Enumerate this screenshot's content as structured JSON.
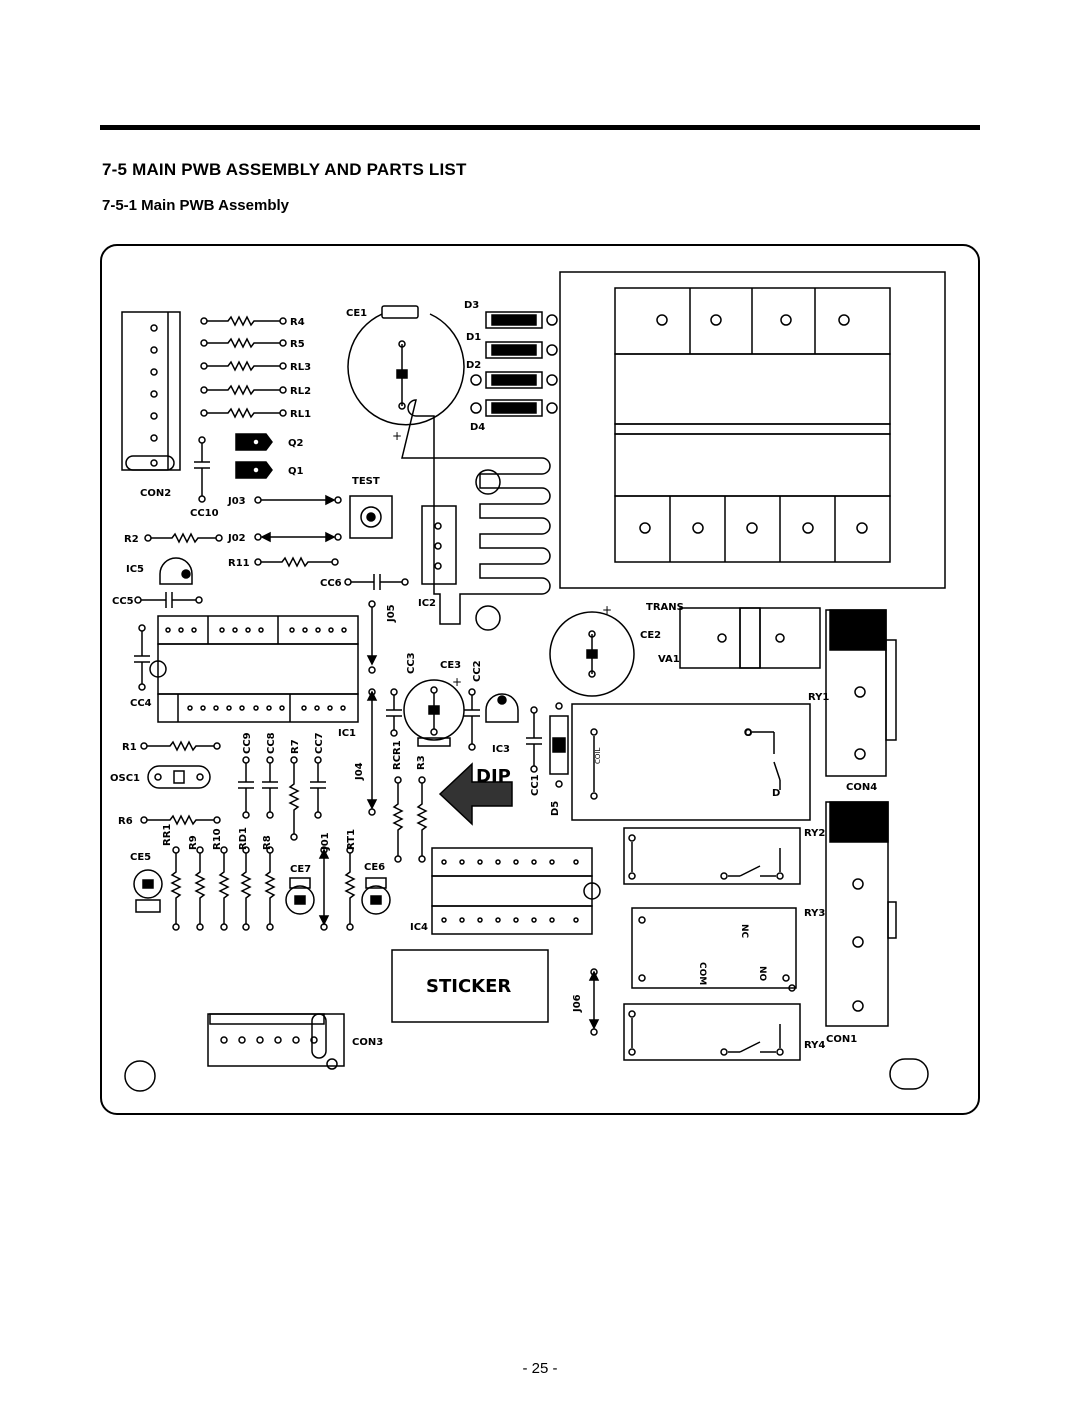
{
  "heading": "7-5 MAIN PWB ASSEMBLY AND PARTS LIST",
  "subheading": "7-5-1 Main PWB Assembly",
  "page_number": "- 25 -",
  "board": {
    "labels": {
      "con2": "CON2",
      "r4": "R4",
      "r5": "R5",
      "rl3": "RL3",
      "rl2": "RL2",
      "rl1": "RL1",
      "q2": "Q2",
      "q1": "Q1",
      "cc10": "CC10",
      "ce1": "CE1",
      "d3": "D3",
      "d1": "D1",
      "d2": "D2",
      "d4": "D4",
      "test": "TEST",
      "j03": "J03",
      "j02": "J02",
      "r2": "R2",
      "r11": "R11",
      "ic5": "IC5",
      "cc6": "CC6",
      "cc5": "CC5",
      "j05": "J05",
      "ic2": "IC2",
      "trans": "TRANS",
      "ce2": "CE2",
      "va1": "VA1",
      "cc4": "CC4",
      "cc3": "CC3",
      "ce3": "CE3",
      "cc2": "CC2",
      "ry1": "RY1",
      "ic1": "IC1",
      "ic3": "IC3",
      "r1": "R1",
      "cc9": "CC9",
      "cc8": "CC8",
      "r7": "R7",
      "cc7": "CC7",
      "j04": "J04",
      "rcr1": "RCR1",
      "r3": "R3",
      "dip": "DIP",
      "cc1": "CC1",
      "d5": "D5",
      "con4": "CON4",
      "osc1": "OSC1",
      "r6": "R6",
      "rr1": "RR1",
      "r9": "R9",
      "r10": "R10",
      "rd1": "RD1",
      "r8": "R8",
      "j01": "J01",
      "rt1": "RT1",
      "ry2": "RY2",
      "ce5": "CE5",
      "ce7": "CE7",
      "ce6": "CE6",
      "ry3": "RY3",
      "ic4": "IC4",
      "sticker": "STICKER",
      "j06": "J06",
      "nc": "NC",
      "com": "COM",
      "no": "NO",
      "con3": "CON3",
      "ry4": "RY4",
      "con1": "CON1",
      "coil": "COIL"
    }
  }
}
